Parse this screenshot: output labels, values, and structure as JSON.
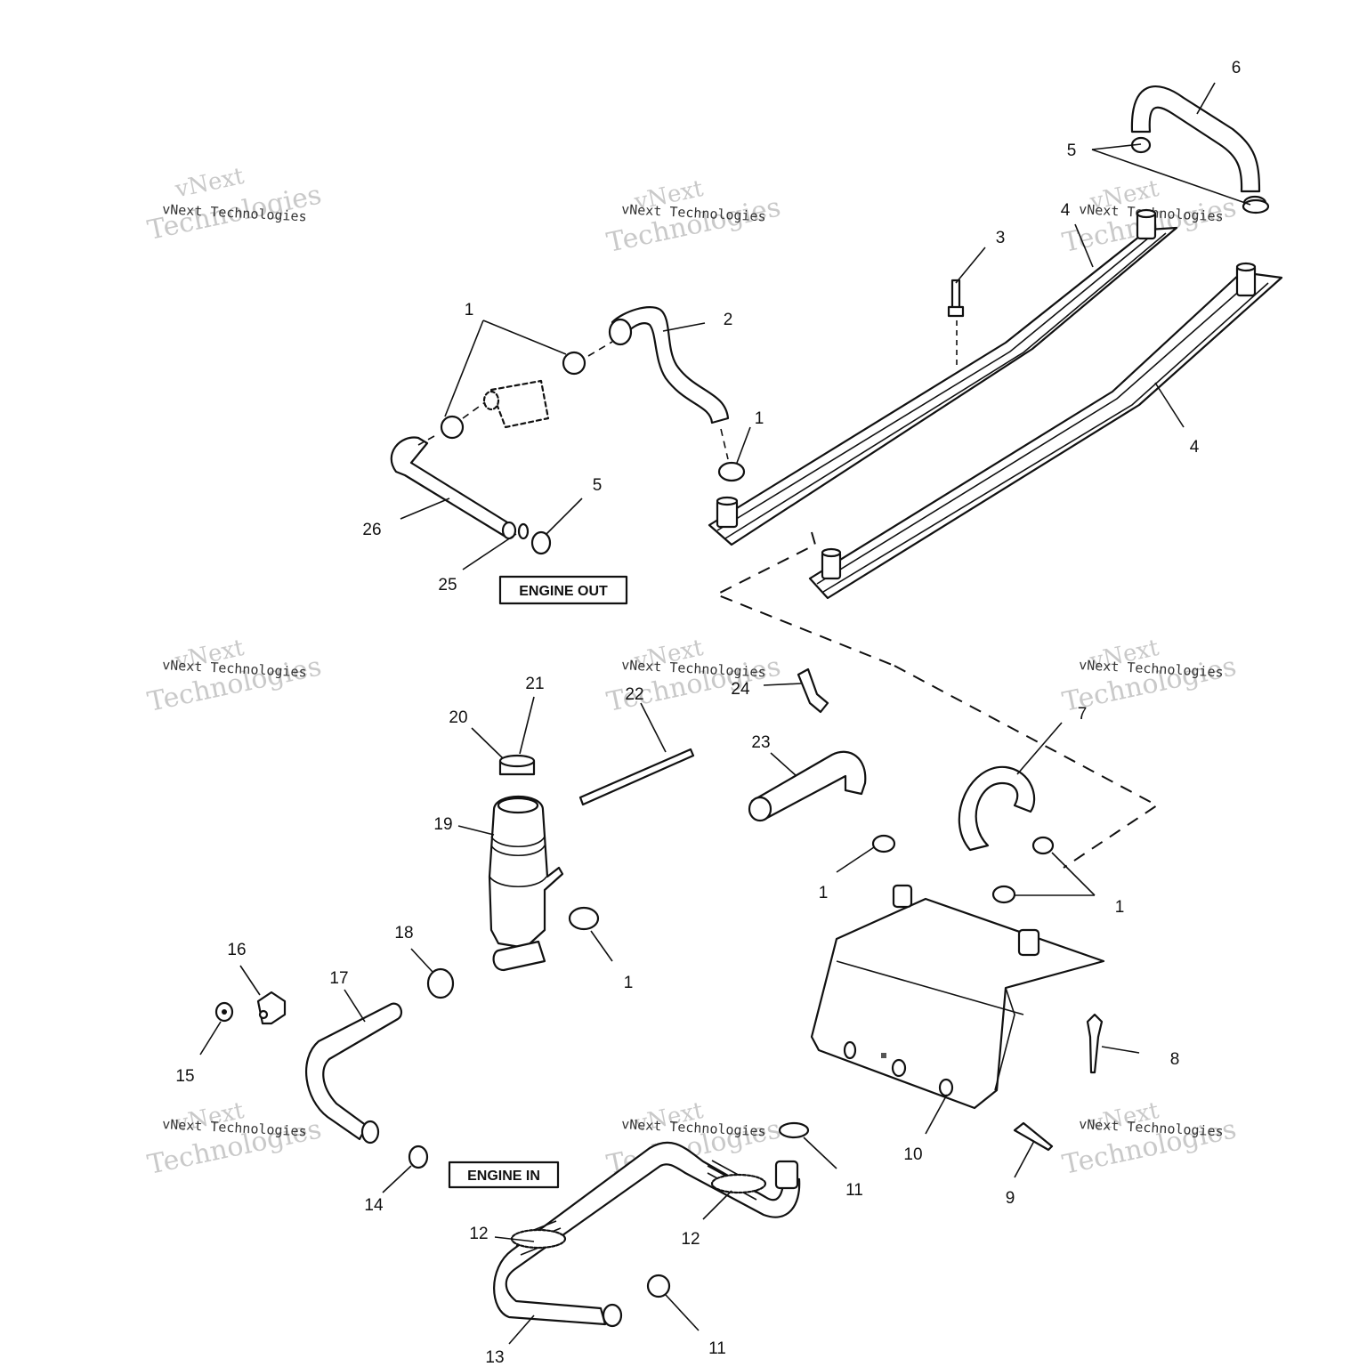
{
  "labels": {
    "l1a": "1",
    "l1b": "1",
    "l1c": "1",
    "l1d": "1",
    "l1e": "1",
    "l2": "2",
    "l3": "3",
    "l4a": "4",
    "l4b": "4",
    "l5a": "5",
    "l5b": "5",
    "l6": "6",
    "l7": "7",
    "l8": "8",
    "l9": "9",
    "l10": "10",
    "l11a": "11",
    "l11b": "11",
    "l12a": "12",
    "l12b": "12",
    "l13": "13",
    "l14": "14",
    "l15": "15",
    "l16": "16",
    "l17": "17",
    "l18": "18",
    "l19": "19",
    "l20": "20",
    "l21": "21",
    "l22": "22",
    "l23": "23",
    "l24": "24",
    "l25": "25",
    "l26": "26"
  },
  "boxes": {
    "engine_out": "ENGINE OUT",
    "engine_in": "ENGINE IN"
  },
  "watermark": {
    "big_line1": "vNext",
    "big_line2": "Technologies",
    "small": "vNext Technologies"
  }
}
